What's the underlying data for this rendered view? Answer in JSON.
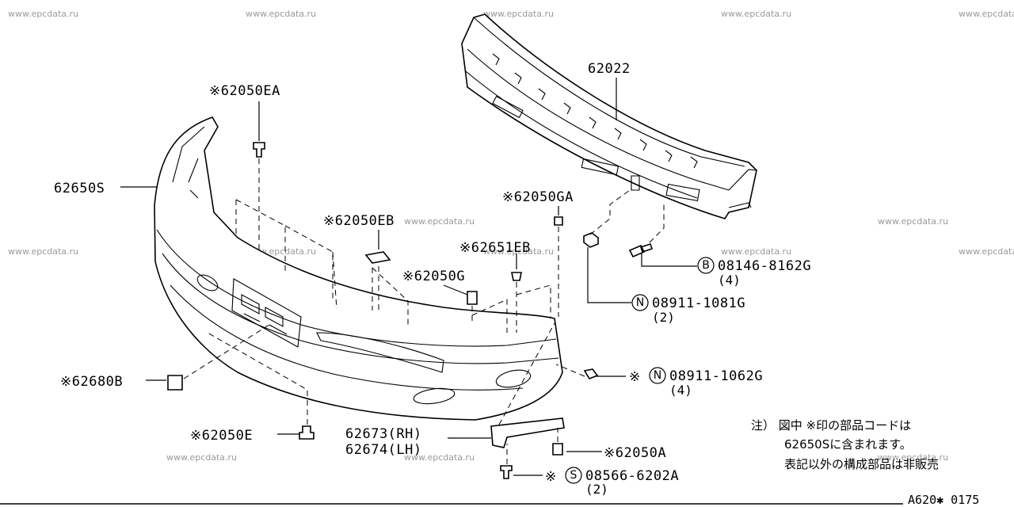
{
  "watermark": "www.epcdata.ru",
  "page_code": "A620✱ 0175",
  "labels": {
    "p62650S": "62650S",
    "p62050EA": "※62050EA",
    "p62022": "62022",
    "p62050GA": "※62050GA",
    "p62050EB": "※62050EB",
    "p62651EB": "※62651EB",
    "p62050G": "※62050G",
    "p62680B": "※62680B",
    "p62050E": "※62050E",
    "p62673": "62673(RH)",
    "p62674": "62674(LH)",
    "p62050A": "※62050A",
    "bolt_prefix": "B",
    "bolt_code": "08146-8162G",
    "bolt_qty": "(4)",
    "nut1_prefix": "N",
    "nut1_code": "08911-1081G",
    "nut1_qty": "(2)",
    "nut2_star": "※",
    "nut2_prefix": "N",
    "nut2_code": "08911-1062G",
    "nut2_qty": "(4)",
    "screw_star": "※",
    "screw_prefix": "S",
    "screw_code": "08566-6202A",
    "screw_qty": "(2)"
  },
  "note": {
    "line1": "注） 図中 ※印の部品コードは",
    "line2": "62650Sに含まれます。",
    "line3": "表記以外の構成部品は非販売"
  }
}
